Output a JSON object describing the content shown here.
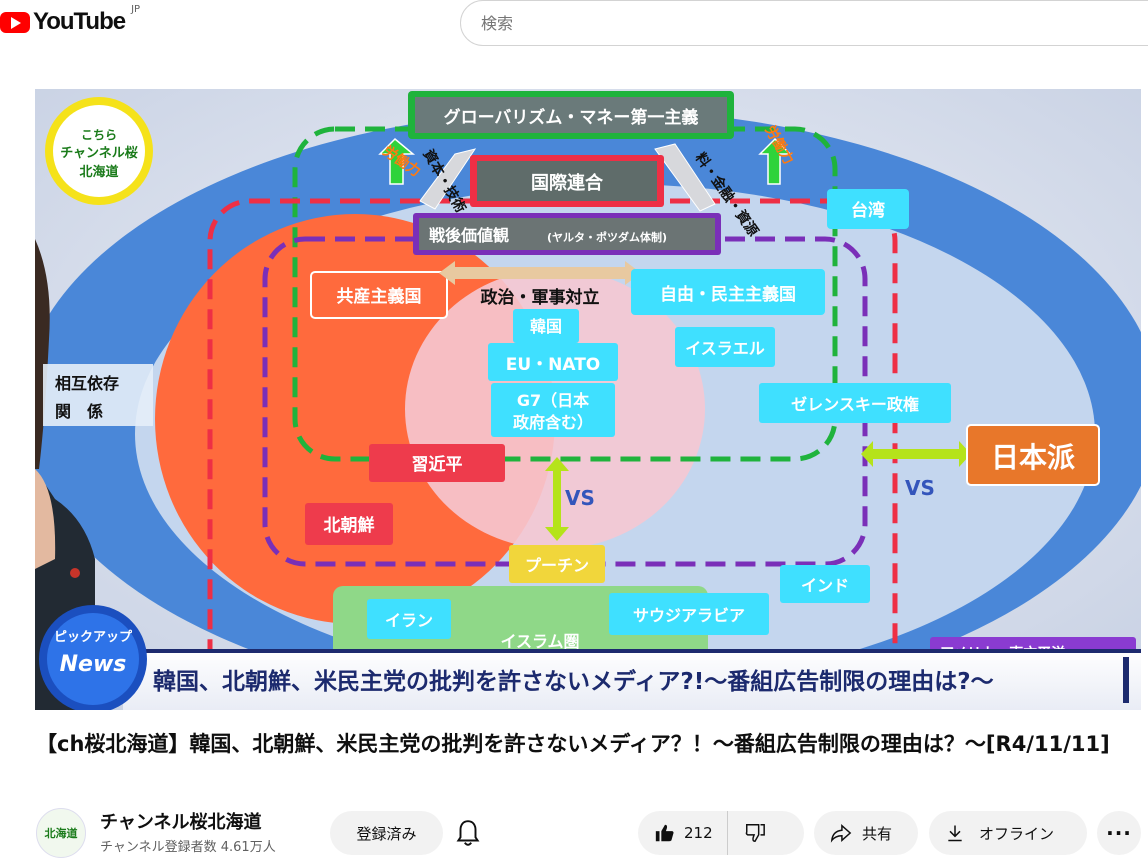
{
  "header": {
    "logo_text": "YouTube",
    "region": "JP",
    "search_placeholder": "検索"
  },
  "video": {
    "corner_logo": [
      "こちら",
      "チャンネル桜",
      "北海道"
    ],
    "diagram": {
      "top_box": "グローバリズム・マネー第一主義",
      "un": "国際連合",
      "postwar": "戦後価値観",
      "postwar_sub": "(ヤルタ・ポツダム体制)",
      "communist": "共産主義国",
      "free": "自由・民主主義国",
      "conflict": "政治・軍事対立",
      "korea": "韓国",
      "eu": "EU・NATO",
      "g7_line1": "G7（日本",
      "g7_line2": "政府含む）",
      "israel": "イスラエル",
      "zelensky": "ゼレンスキー政権",
      "taiwan": "台湾",
      "xi": "習近平",
      "nk": "北朝鮮",
      "putin": "プーチン",
      "india": "インド",
      "japan_faction": "日本派",
      "vs1": "VS",
      "vs2": "VS",
      "iran": "イラン",
      "saudi": "サウジアラビア",
      "islam": "イスラム圏",
      "interdep_line1": "相互依存",
      "interdep_line2": "関　係",
      "labor_left": "労働力",
      "capital_tech": "資本・技術",
      "food_resources": "料・金融・資源",
      "labor_right": "労働力",
      "america_partial": "アメリカ・東方平洋"
    },
    "news_badge_top": "ピックアップ",
    "news_badge_bottom": "News",
    "ticker": "韓国、北朝鮮、米民主党の批判を許さないメディア?!〜番組広告制限の理由は?〜"
  },
  "title": "【ch桜北海道】韓国、北朝鮮、米民主党の批判を許さないメディア？！〜番組広告制限の理由は？〜[R4/11/11]",
  "channel": {
    "avatar_text": "北海道",
    "name": "チャンネル桜北海道",
    "subscribers": "チャンネル登録者数 4.61万人",
    "subscribe_label": "登録済み"
  },
  "actions": {
    "likes": "212",
    "share": "共有",
    "offline": "オフライン",
    "more": "···"
  },
  "colors": {
    "youtube_red": "#ff0000",
    "communist_orange": "#ff6a3d",
    "free_cyan": "#3fe0ff",
    "green_dash": "#1fb33c",
    "red_dash": "#ee2f45",
    "purple_dash": "#7a2fb8",
    "ticker_navy": "#1c2a6e"
  }
}
